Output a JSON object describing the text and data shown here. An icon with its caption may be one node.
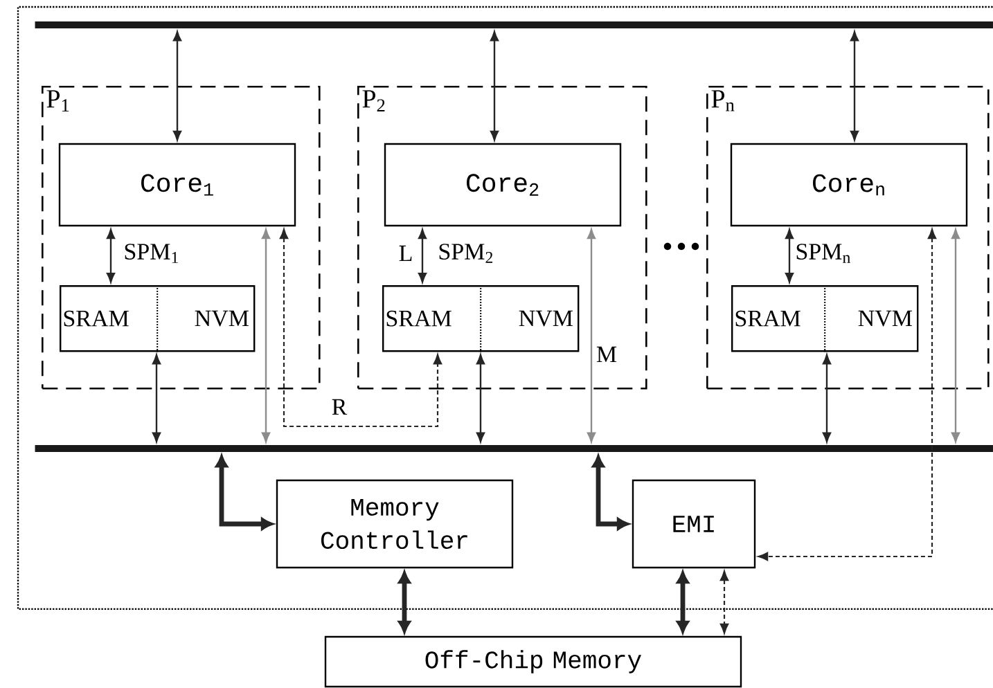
{
  "diagram": {
    "nodes": [
      {
        "text": [],
        "shape": "bar"
      },
      {
        "text": [
          "P$_{1}$"
        ]
      },
      {
        "text": [
          "Core$_{1}$"
        ],
        "in": 1
      },
      {
        "text": [
          "SRAM",
          "NVM"
        ],
        "in": 1,
        "beside": [
          "SPM$_{1}$"
        ]
      },
      {
        "text": [
          "P$_{2}$"
        ]
      },
      {
        "text": [
          "Core$_{2}$"
        ],
        "in": 4
      },
      {
        "text": [
          "SRAM",
          "NVM"
        ],
        "in": 4,
        "beside": [
          "SPM$_{2}$"
        ]
      },
      {
        "text": [
          "P$_{n}$"
        ]
      },
      {
        "text": [
          "Core$_{n}$"
        ],
        "in": 7
      },
      {
        "text": [
          "SRAM",
          "NVM"
        ],
        "in": 7,
        "beside": [
          "SPM$_{n}$"
        ]
      },
      {
        "text": [],
        "shape": "bar"
      },
      {
        "text": [
          "Memory Controller"
        ]
      },
      {
        "text": [
          "EMI"
        ]
      },
      {
        "text": [
          "Off-Chip Memory"
        ]
      }
    ],
    "edges": [
      {
        "from": 0,
        "to": 2,
        "arrow": "both"
      },
      {
        "from": 0,
        "to": 5,
        "arrow": "both"
      },
      {
        "from": 0,
        "to": 8,
        "arrow": "both"
      },
      {
        "from": 2,
        "to": 3,
        "arrow": "both"
      },
      {
        "from": 5,
        "to": 6,
        "arrow": "both",
        "label": "L"
      },
      {
        "from": 8,
        "to": 9,
        "arrow": "both"
      },
      {
        "from": 3,
        "to": 10,
        "arrow": "both"
      },
      {
        "from": 6,
        "to": 10,
        "arrow": "both"
      },
      {
        "from": 9,
        "to": 10,
        "arrow": "both"
      },
      {
        "from": 2,
        "to": 10,
        "arrow": "both",
        "color": "#8c8c8c"
      },
      {
        "from": 2,
        "to": 6,
        "arrow": "both",
        "style": "dashed",
        "label": "R"
      },
      {
        "from": 5,
        "to": 10,
        "arrow": "both",
        "color": "#8c8c8c",
        "label": "M"
      },
      {
        "from": 8,
        "to": 10,
        "arrow": "both",
        "color": "#8c8c8c"
      },
      {
        "from": 8,
        "to": 12,
        "arrow": "both",
        "style": "dashed"
      },
      {
        "from": 10,
        "to": 11,
        "arrow": "both",
        "style": "thick"
      },
      {
        "from": 10,
        "to": 12,
        "arrow": "both",
        "style": "thick"
      },
      {
        "from": 11,
        "to": 13,
        "arrow": "both",
        "style": "thick"
      },
      {
        "from": 12,
        "to": 13,
        "arrow": "both",
        "style": "thick"
      },
      {
        "from": 12,
        "to": 13,
        "arrow": "both",
        "style": "dashed"
      }
    ]
  }
}
